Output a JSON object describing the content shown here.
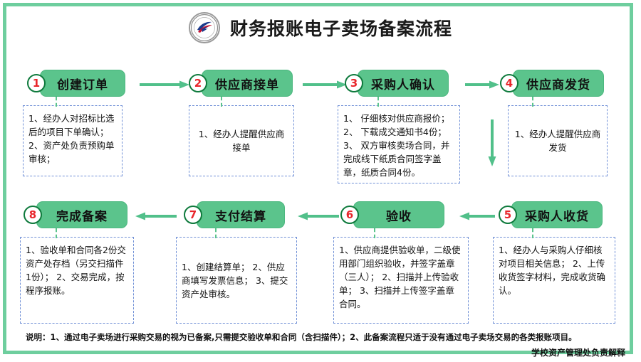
{
  "document": {
    "title": "财务报账电子卖场备案流程",
    "logo_icon": "university-seal-icon",
    "accent_green": "#5BC48C",
    "frame_green": "#6ECE9E",
    "badge_ring": "#0E7A3C",
    "badge_number_color": "#E8262B",
    "detail_border": "#6F8FD6"
  },
  "steps": [
    {
      "number": "1",
      "label": "创建订单",
      "details": "1、经办人对招标比选后的项目下单确认；\n2、资产处负责预购单审核；"
    },
    {
      "number": "2",
      "label": "供应商接单",
      "details": "1、经办人提醒供应商接单"
    },
    {
      "number": "3",
      "label": "采购人确认",
      "details": "1、 仔细核对供应商报价；\n2、 下载成交通知书4份；\n3、 双方审核卖场合同，并完成线下纸质合同签字盖章，纸质合同4份。"
    },
    {
      "number": "4",
      "label": "供应商发货",
      "details": "1、经办人提醒供应商发货"
    },
    {
      "number": "5",
      "label": "采购人收货",
      "details": "1、经办人与采购人仔细核对项目相关信息；\n2、上传收货签字材料，完成收货确认。"
    },
    {
      "number": "6",
      "label": "验收",
      "details": "1、供应商提供验收单，二级使用部门组织验收，并签字盖章（三人）；\n2、扫描并上传验收单；\n3、扫描并上传签字盖章合同。"
    },
    {
      "number": "7",
      "label": "支付结算",
      "details": "1、创建结算单；\n2、供应商填写发票信息；\n3、提交资产处审核。"
    },
    {
      "number": "8",
      "label": "完成备案",
      "details": "1、验收单和合同各2份交资产处存档（另交扫描件1份）；\n2、交易完成，按程序报账。"
    }
  ],
  "arrows": [
    {
      "name": "arrow-step1-to-step2",
      "direction": "right"
    },
    {
      "name": "arrow-step2-to-step3",
      "direction": "right"
    },
    {
      "name": "arrow-step3-to-step4",
      "direction": "right"
    },
    {
      "name": "arrow-step4-to-step5",
      "direction": "down"
    },
    {
      "name": "arrow-step5-to-step6",
      "direction": "left"
    },
    {
      "name": "arrow-step6-to-step7",
      "direction": "left"
    },
    {
      "name": "arrow-step7-to-step8",
      "direction": "left"
    }
  ],
  "footer": {
    "note": "说明：1、通过电子卖场进行采购交易的视为已备案,只需提交验收单和合同（含扫描件）；2、此备案流程只适于没有通过电子卖场交易的各类报账项目。",
    "signature": "学校资产管理处负责解释"
  }
}
